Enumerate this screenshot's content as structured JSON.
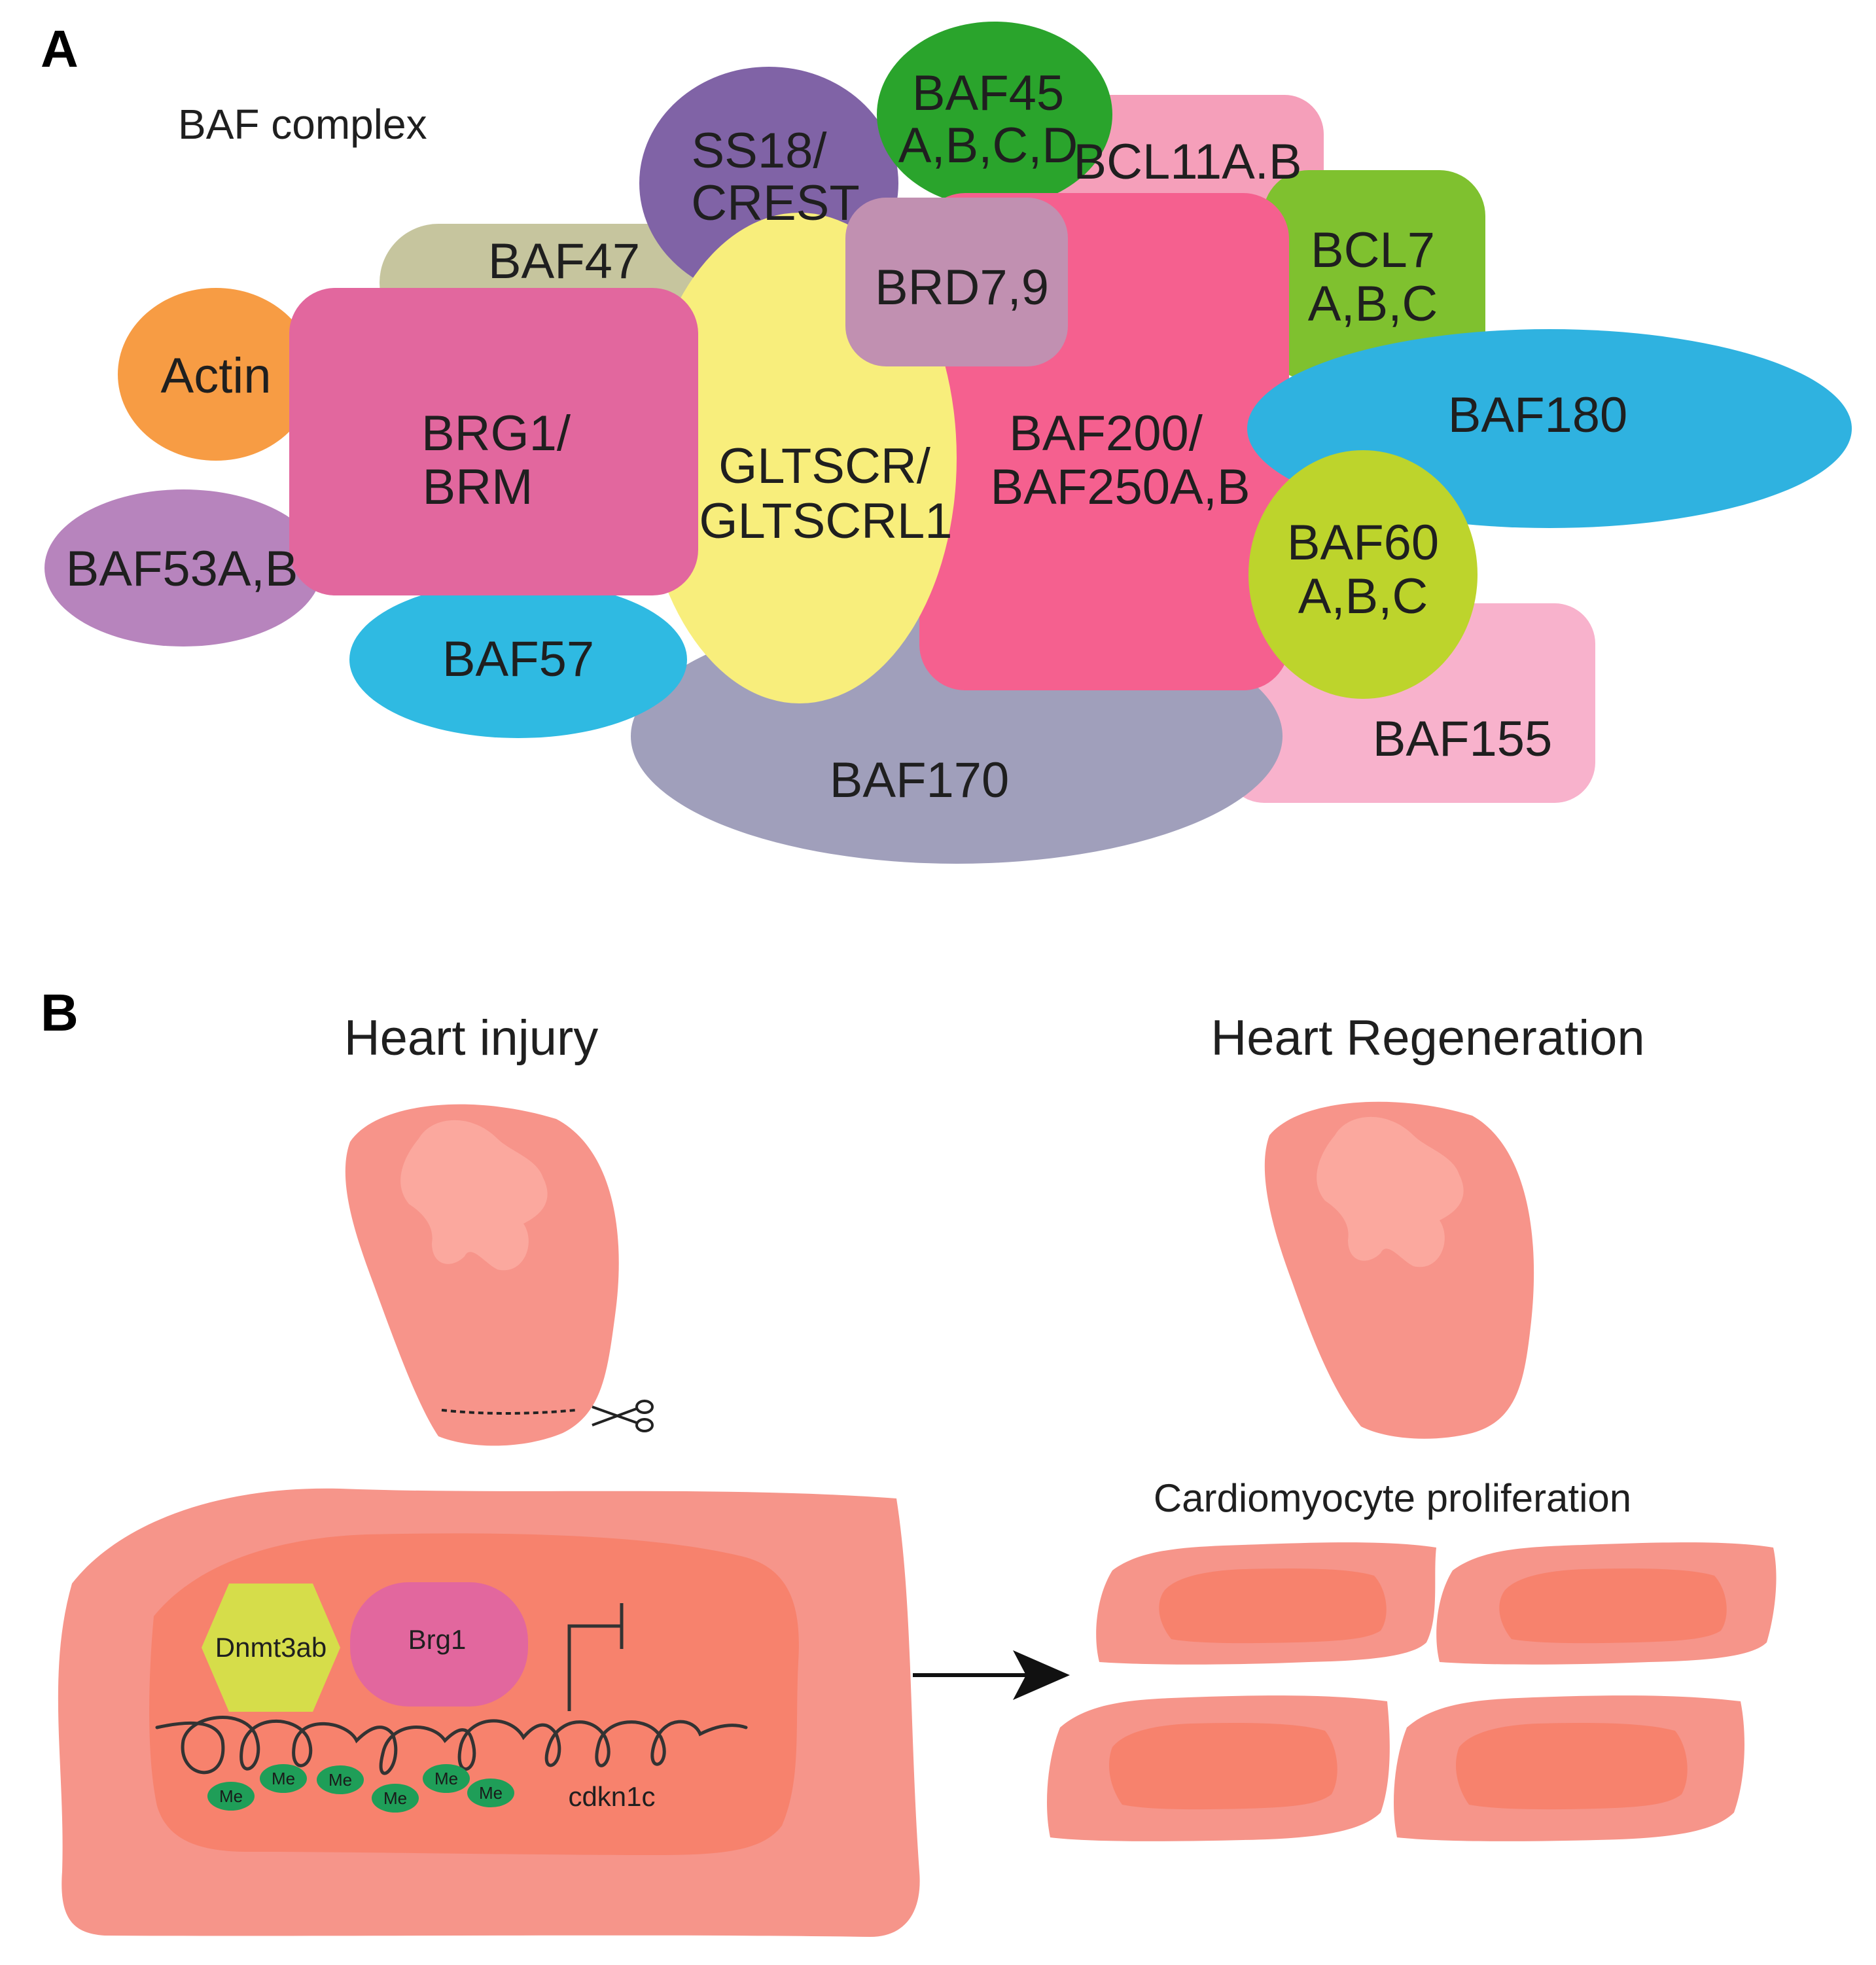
{
  "panel_a": {
    "letter": "A",
    "title": "BAF complex",
    "subunits": {
      "ss18": [
        "SS18/",
        "CREST"
      ],
      "baf45": [
        "BAF45",
        "A,B,C,D"
      ],
      "bcl11": [
        "BCL11A.B"
      ],
      "baf47": [
        "BAF47"
      ],
      "brd": [
        "BRD7,9"
      ],
      "bcl7": [
        "BCL7",
        "A,B,C"
      ],
      "actin": [
        "Actin"
      ],
      "brg1": [
        "BRG1/",
        "BRM"
      ],
      "gltscr": [
        "GLTSCR/",
        "GLTSCRL1"
      ],
      "baf200": [
        "BAF200/",
        "BAF250A,B"
      ],
      "baf180": [
        "BAF180"
      ],
      "baf53": [
        "BAF53A,B"
      ],
      "baf60": [
        "BAF60",
        "A,B,C"
      ],
      "baf57": [
        "BAF57"
      ],
      "baf155": [
        "BAF155"
      ],
      "baf170": [
        "BAF170"
      ]
    },
    "colors": {
      "ss18": "#8063a6",
      "baf45": "#2aa42c",
      "bcl11": "#f59fba",
      "baf47": "#c6c59e",
      "brd": "#c190b1",
      "bcl7": "#7fc12f",
      "actin": "#f79c44",
      "brg1": "#e2679e",
      "gltscr": "#f8ee7c",
      "baf200": "#f5608f",
      "baf180": "#2fb2e0",
      "baf53": "#b784bd",
      "baf60": "#bdd42c",
      "baf57": "#2fbae2",
      "baf155": "#f8b2cc",
      "baf170": "#a09fbb"
    }
  },
  "panel_b": {
    "letter": "B",
    "left_title": "Heart injury",
    "right_title": "Heart Regeneration",
    "proliferation_label": "Cardiomyocyte proliferation",
    "dnmt_label": "Dnmt3ab",
    "brg1_label": "Brg1",
    "gene_label": "cdkn1c",
    "methyl_label": "Me",
    "colors": {
      "heart": "#f7948a",
      "heart_patch": "#fba89e",
      "cell_outer": "#f6958a",
      "cell_inner": "#f7826d",
      "dnmt": "#d6dd4a",
      "brg1": "#2fbae2",
      "methyl": "#1f9e58"
    }
  }
}
